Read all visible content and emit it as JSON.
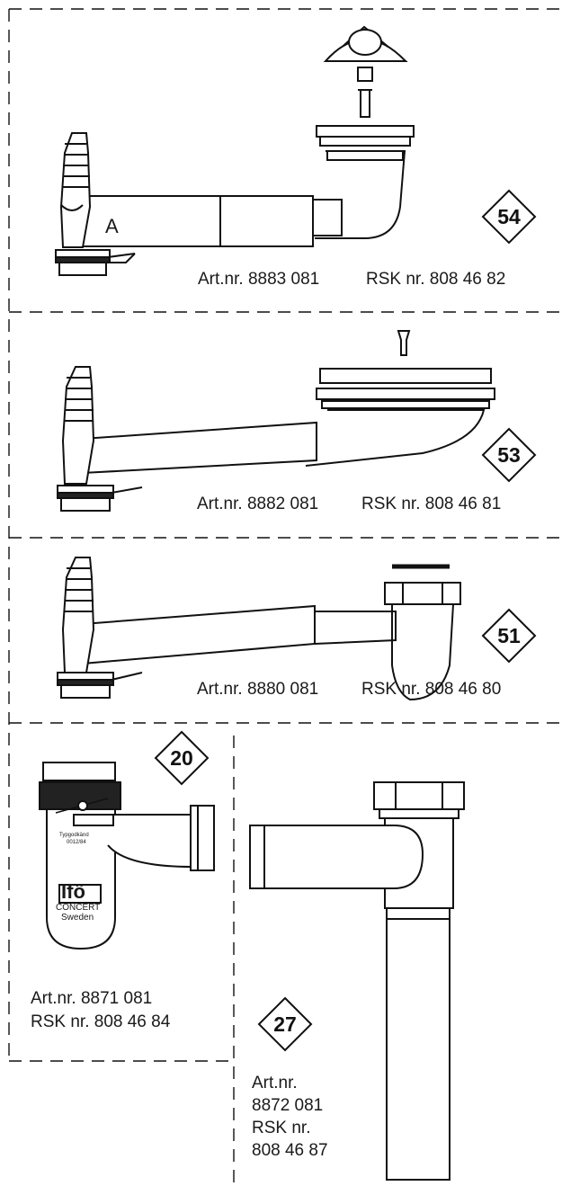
{
  "sections": [
    {
      "id": "54",
      "art": "Art.nr. 8883 081",
      "rsk": "RSK nr. 808 46 82",
      "label": "A"
    },
    {
      "id": "53",
      "art": "Art.nr. 8882 081",
      "rsk": "RSK nr. 808 46 81"
    },
    {
      "id": "51",
      "art": "Art.nr. 8880 081",
      "rsk": "RSK nr. 808 46 80"
    },
    {
      "id": "20",
      "art": "Art.nr. 8871 081",
      "rsk": "RSK nr. 808 46 84",
      "brand": "Ifö",
      "brand_line1": "CONCERT",
      "brand_line2": "Sweden",
      "stamp": "Typgodkänd",
      "stamp_no": "0012/84"
    },
    {
      "id": "27",
      "art": "Art.nr.",
      "art_no": "8872 081",
      "rsk": "RSK nr.",
      "rsk_no": "808 46 87"
    }
  ]
}
